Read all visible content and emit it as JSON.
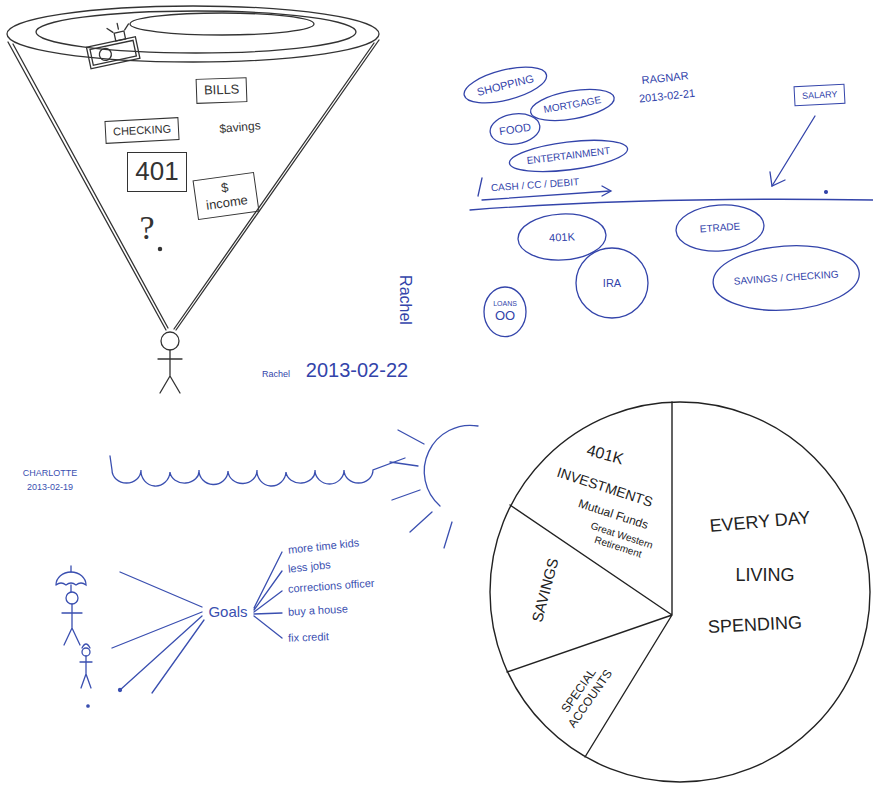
{
  "diagram": {
    "nodes": [
      {
        "text": [
          "BILLS"
        ]
      },
      {
        "text": [
          "CHECKING"
        ]
      },
      {
        "text": [
          "401"
        ]
      },
      {
        "text": [
          "$ income"
        ]
      },
      {
        "text": [
          "SHOPPING"
        ]
      },
      {
        "text": [
          "MORTGAGE"
        ]
      },
      {
        "text": [
          "FOOD"
        ]
      },
      {
        "text": [
          "ENTERTAINMENT"
        ]
      },
      {
        "text": [
          "SALARY"
        ]
      },
      {
        "text": [
          "401K"
        ]
      },
      {
        "text": [
          "ETRADE"
        ]
      },
      {
        "text": [
          "IRA"
        ]
      },
      {
        "text": [
          "SAVINGS / CHECKING"
        ]
      },
      {
        "text": [
          "LOANS",
          "OO"
        ]
      }
    ],
    "labels": [
      "$avings",
      "?",
      "Rachel",
      "Rachel",
      "2013-02-22",
      "RAGNAR",
      "2013-02-21",
      "CASH / CC / DEBIT",
      "CHARLOTTE",
      "2013-02-19",
      "Goals",
      "more time kids",
      "less jobs",
      "corrections officer",
      "buy a house",
      "fix credit",
      "401K",
      "INVESTMENTS",
      "Mutual Funds",
      "Great Western Retirement",
      "SAVINGS",
      "SPECIAL ACCOUNTS",
      "EVERY DAY",
      "LIVING",
      "SPENDING"
    ]
  }
}
